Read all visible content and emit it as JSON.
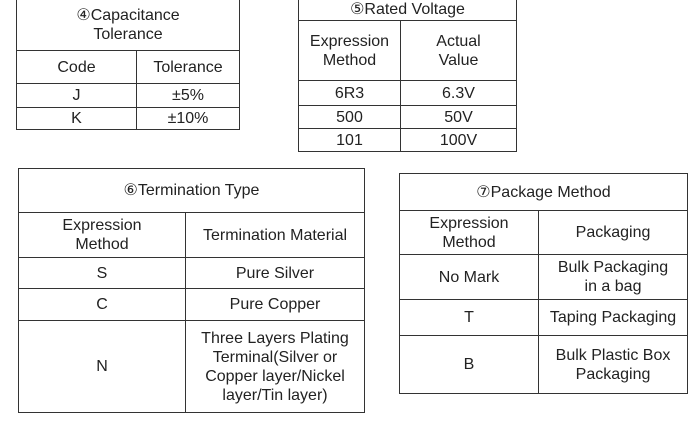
{
  "capacitance_tolerance": {
    "title": "④Capacitance Tolerance",
    "headers": [
      "Code",
      "Tolerance"
    ],
    "rows": [
      [
        "J",
        "±5%"
      ],
      [
        "K",
        "±10%"
      ]
    ]
  },
  "rated_voltage": {
    "title": "⑤Rated Voltage",
    "headers": [
      "Expression Method",
      "Actual Value"
    ],
    "rows": [
      [
        "6R3",
        "6.3V"
      ],
      [
        "500",
        "50V"
      ],
      [
        "101",
        "100V"
      ]
    ]
  },
  "termination_type": {
    "title": "⑥Termination Type",
    "headers": [
      "Expression Method",
      "Termination Material"
    ],
    "rows": [
      [
        "S",
        "Pure Silver"
      ],
      [
        "C",
        "Pure Copper"
      ],
      [
        "N",
        "Three Layers Plating Terminal(Silver or Copper layer/Nickel layer/Tin layer)"
      ]
    ]
  },
  "package_method": {
    "title": "⑦Package Method",
    "headers": [
      "Expression Method",
      "Packaging"
    ],
    "rows": [
      [
        "No Mark",
        "Bulk Packaging in a bag"
      ],
      [
        "T",
        "Taping Packaging"
      ],
      [
        "B",
        "Bulk Plastic Box Packaging"
      ]
    ]
  }
}
